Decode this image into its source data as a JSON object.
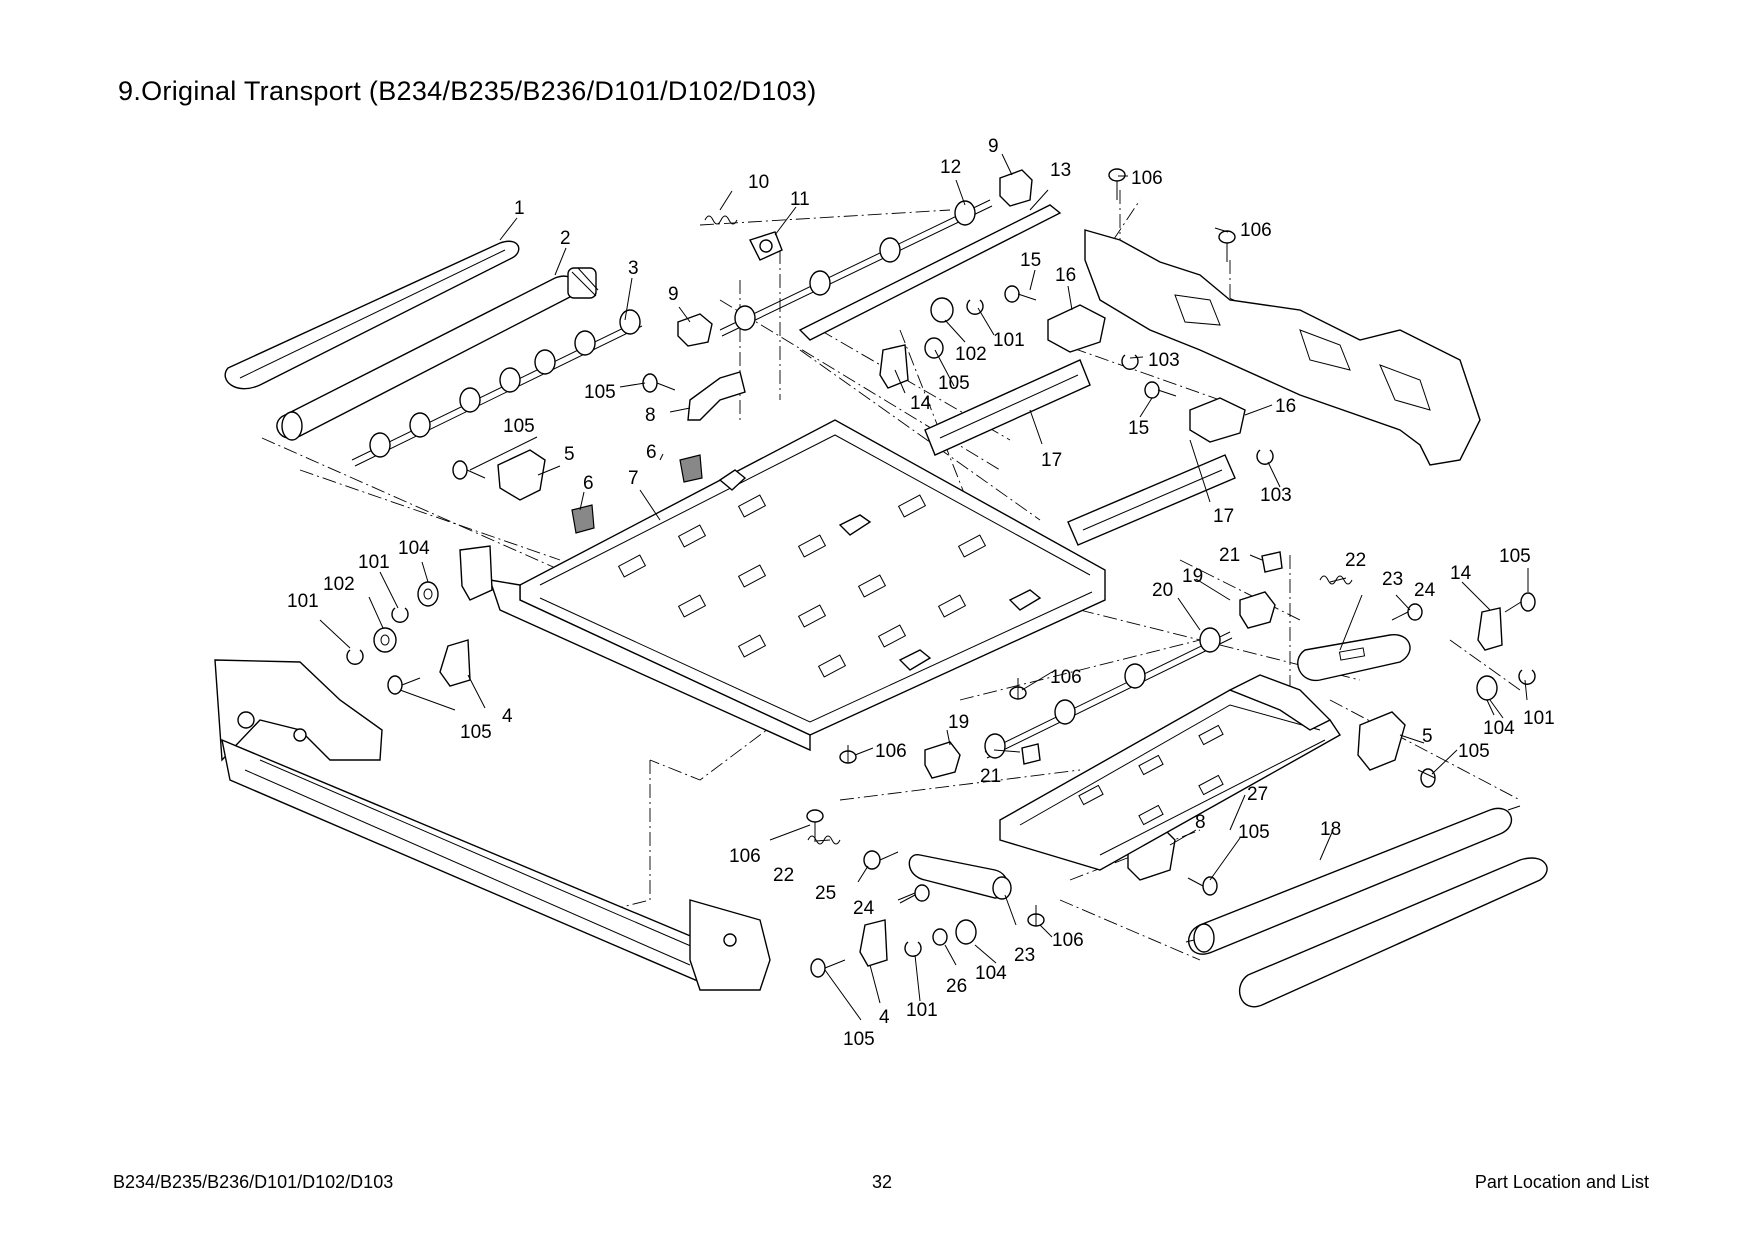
{
  "page": {
    "title": "9.Original Transport (B234/B235/B236/D101/D102/D103)",
    "footer_left": "B234/B235/B236/D101/D102/D103",
    "footer_center": "32",
    "footer_right": "Part Location and List"
  },
  "callouts": [
    "1",
    "2",
    "3",
    "4",
    "4",
    "4",
    "5",
    "5",
    "5",
    "6",
    "6",
    "7",
    "8",
    "8",
    "9",
    "9",
    "10",
    "11",
    "12",
    "13",
    "14",
    "14",
    "15",
    "15",
    "16",
    "16",
    "17",
    "17",
    "18",
    "19",
    "19",
    "20",
    "21",
    "21",
    "22",
    "22",
    "23",
    "23",
    "24",
    "24",
    "25",
    "26",
    "27",
    "101",
    "101",
    "101",
    "101",
    "101",
    "101",
    "102",
    "102",
    "103",
    "103",
    "104",
    "104",
    "104",
    "105",
    "105",
    "105",
    "105",
    "105",
    "105",
    "105",
    "105",
    "106",
    "106",
    "106",
    "106",
    "106",
    "106"
  ]
}
